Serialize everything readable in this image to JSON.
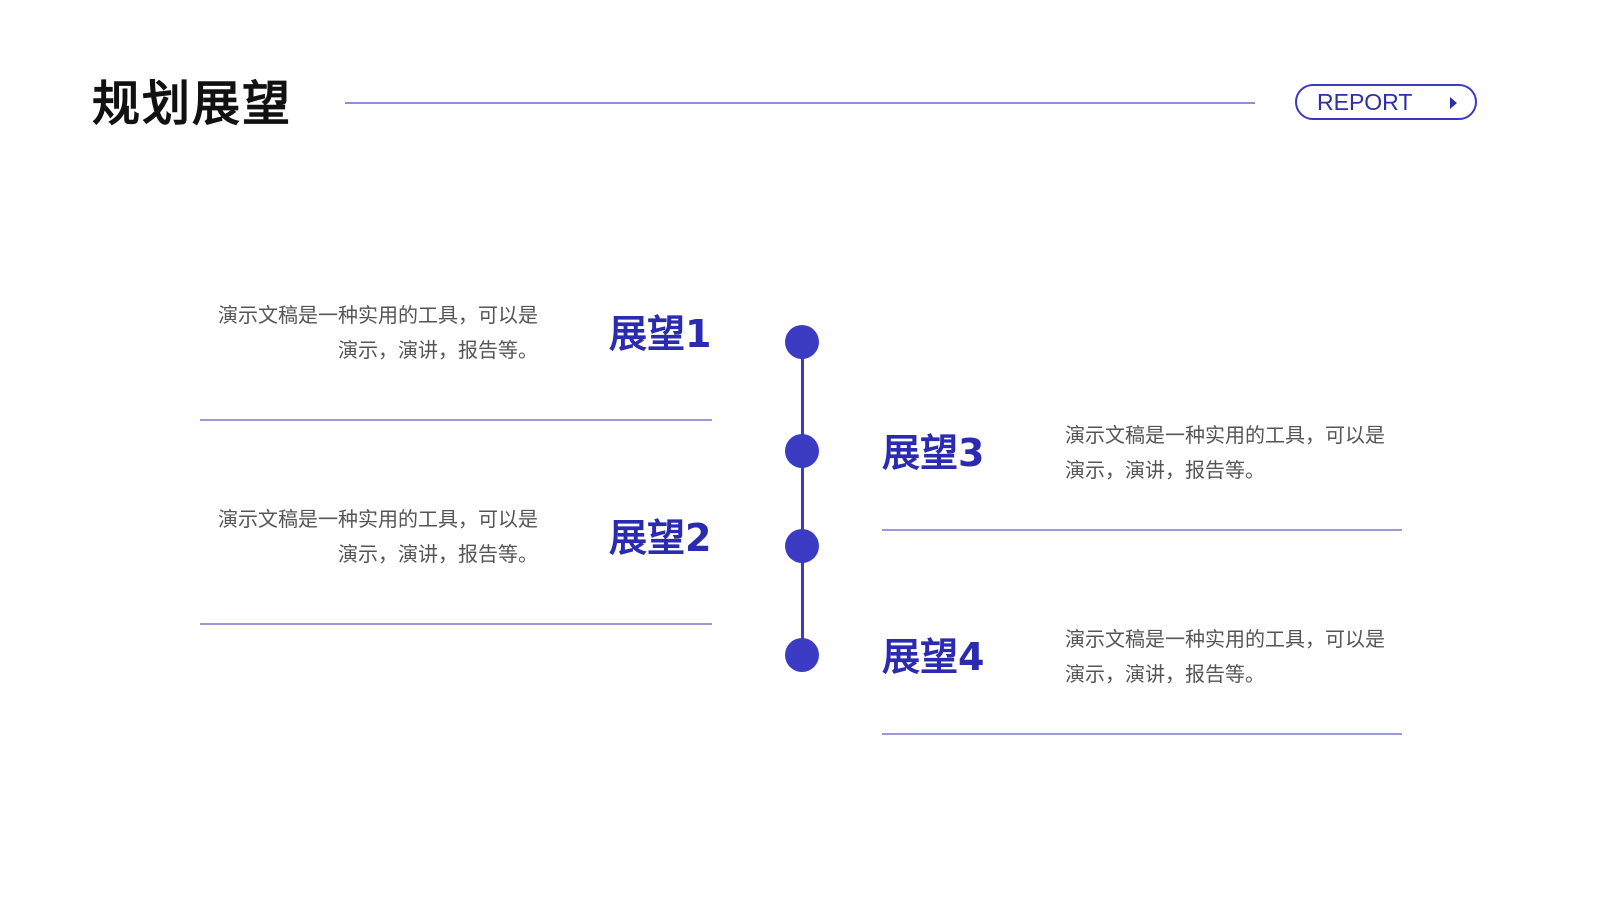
{
  "header": {
    "title": "规划展望",
    "report_button_label": "REPORT"
  },
  "items": [
    {
      "title": "展望1",
      "desc": "演示文稿是一种实用的工具，可以是演示，演讲，报告等。"
    },
    {
      "title": "展望2",
      "desc": "演示文稿是一种实用的工具，可以是演示，演讲，报告等。"
    },
    {
      "title": "展望3",
      "desc": "演示文稿是一种实用的工具，可以是演示，演讲，报告等。"
    },
    {
      "title": "展望4",
      "desc": "演示文稿是一种实用的工具，可以是演示，演讲，报告等。"
    }
  ],
  "colors": {
    "accent": "#3b3bc4",
    "title_text": "#111111",
    "body_text": "#555555",
    "divider": "#9a9bd6"
  },
  "icons": {
    "report_arrow": "chevron-right-icon"
  }
}
